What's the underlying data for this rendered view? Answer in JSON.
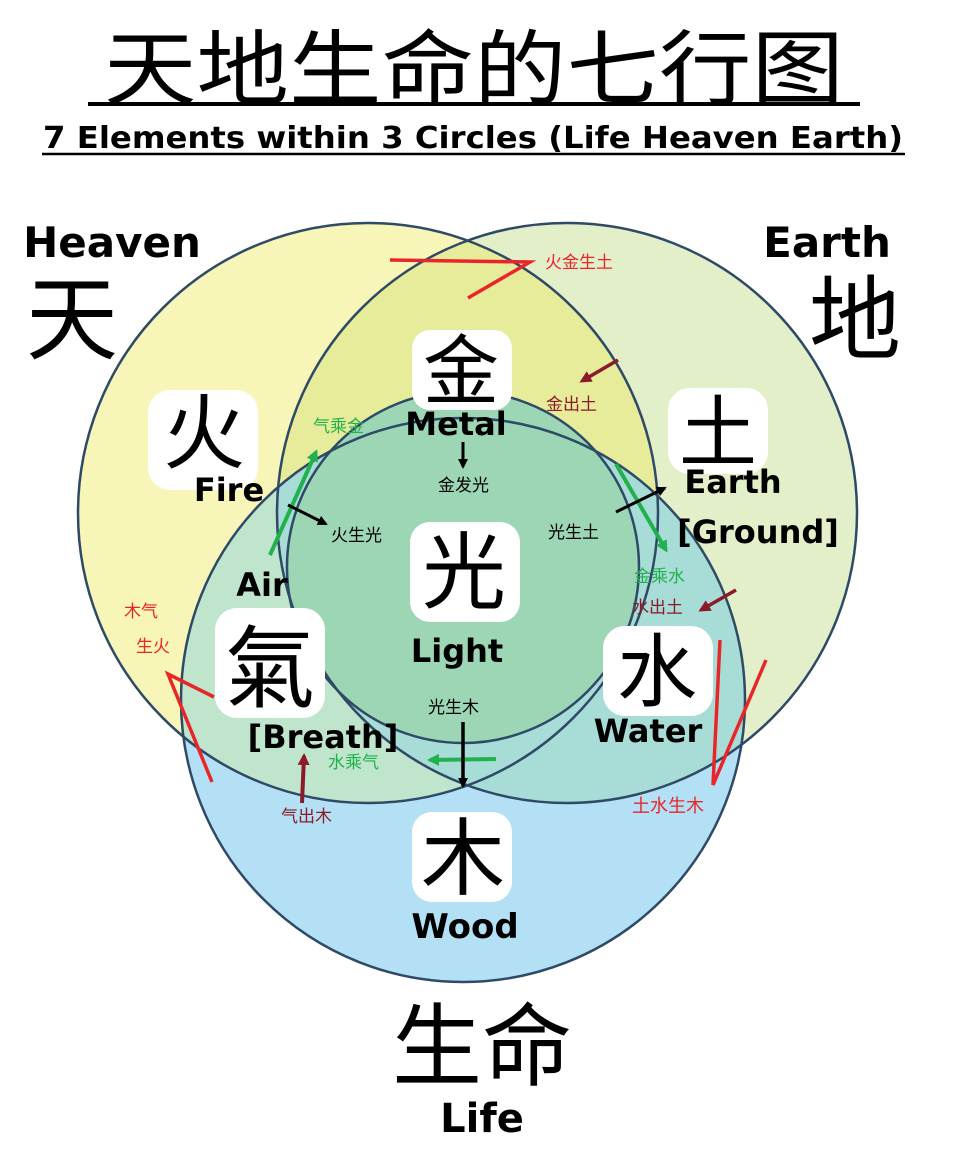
{
  "title": "天地生命的七行图",
  "subtitle": "7 Elements within 3 Circles (Life Heaven Earth)",
  "circles": {
    "heaven": {
      "label_en": "Heaven",
      "label_zh": "天",
      "fill": "#f7f5b8"
    },
    "earth": {
      "label_en": "Earth",
      "label_zh": "地",
      "fill": "#e3efc8"
    },
    "life": {
      "label_zh": "生命",
      "label_en": "Life",
      "fill": "#b4e0f5"
    },
    "inner": {
      "fill": "#9cd6b5"
    }
  },
  "elements": {
    "metal": {
      "zh": "金",
      "en": "Metal"
    },
    "fire": {
      "zh": "火",
      "en": "Fire"
    },
    "earth": {
      "zh": "土",
      "en": "Earth",
      "en2": "[Ground]"
    },
    "light": {
      "zh": "光",
      "en": "Light"
    },
    "air": {
      "zh": "氣",
      "en": "Air",
      "en2": "[Breath]"
    },
    "water": {
      "zh": "水",
      "en": "Water"
    },
    "wood": {
      "zh": "木",
      "en": "Wood"
    }
  },
  "relations": {
    "fire_metal_earth": "火金生土",
    "metal_out_earth": "金出土",
    "air_ride_metal": "气乘金",
    "metal_emit_light": "金发光",
    "fire_gen_light": "火生光",
    "light_gen_earth": "光生土",
    "metal_ride_water": "金乘水",
    "water_out_earth": "水出土",
    "wood_air_1": "木气",
    "wood_air_2": "生火",
    "light_gen_wood": "光生木",
    "water_ride_air": "水乘气",
    "air_out_wood": "气出木",
    "earth_water_wood": "土水生木"
  },
  "colors": {
    "red": "#e8262a",
    "dark_red": "#8b1a2a",
    "green": "#22b14c",
    "black": "#000000",
    "outline": "#2e4a66"
  }
}
